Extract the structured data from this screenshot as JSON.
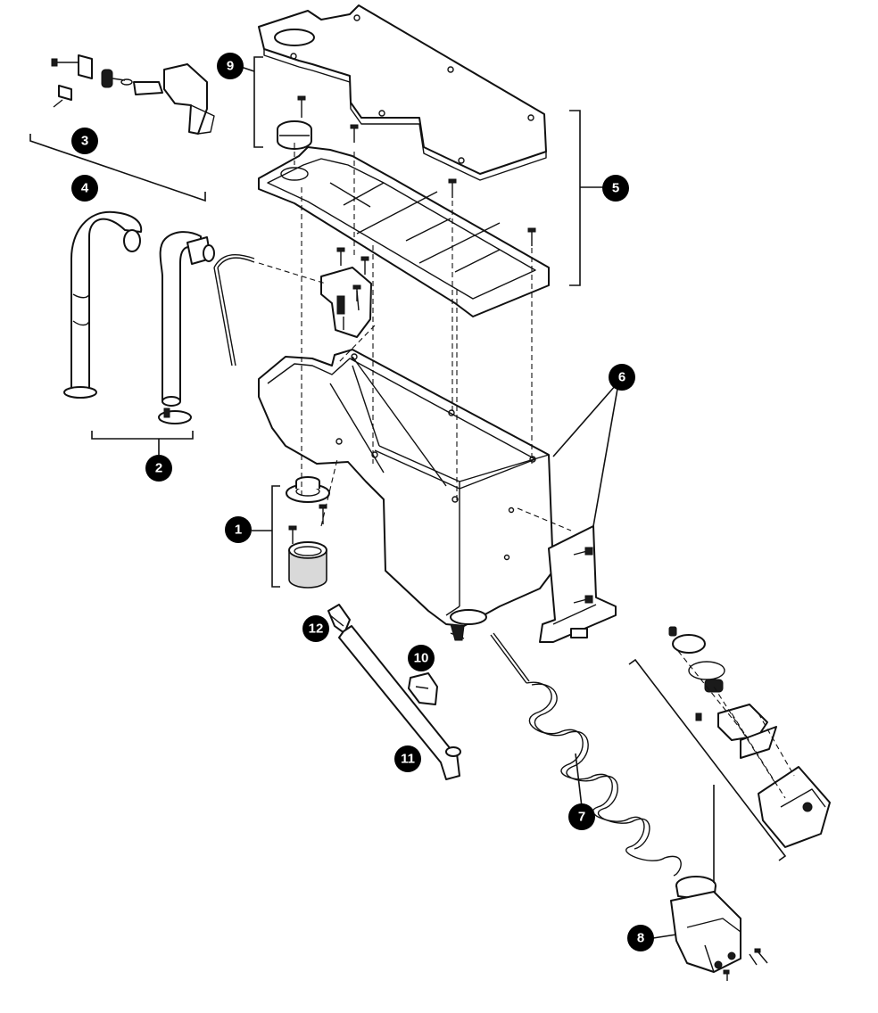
{
  "diagram": {
    "type": "exploded-parts-view",
    "callouts": [
      {
        "id": "callout-1",
        "label": "1"
      },
      {
        "id": "callout-2",
        "label": "2"
      },
      {
        "id": "callout-3",
        "label": "3"
      },
      {
        "id": "callout-4",
        "label": "4"
      },
      {
        "id": "callout-5",
        "label": "5"
      },
      {
        "id": "callout-6",
        "label": "6"
      },
      {
        "id": "callout-7",
        "label": "7"
      },
      {
        "id": "callout-8",
        "label": "8"
      },
      {
        "id": "callout-9",
        "label": "9"
      },
      {
        "id": "callout-10",
        "label": "10"
      },
      {
        "id": "callout-11",
        "label": "11"
      },
      {
        "id": "callout-12",
        "label": "12"
      }
    ],
    "colors": {
      "line": "#111111",
      "callout_fill": "#000000",
      "callout_text": "#ffffff",
      "background": "#ffffff"
    }
  }
}
